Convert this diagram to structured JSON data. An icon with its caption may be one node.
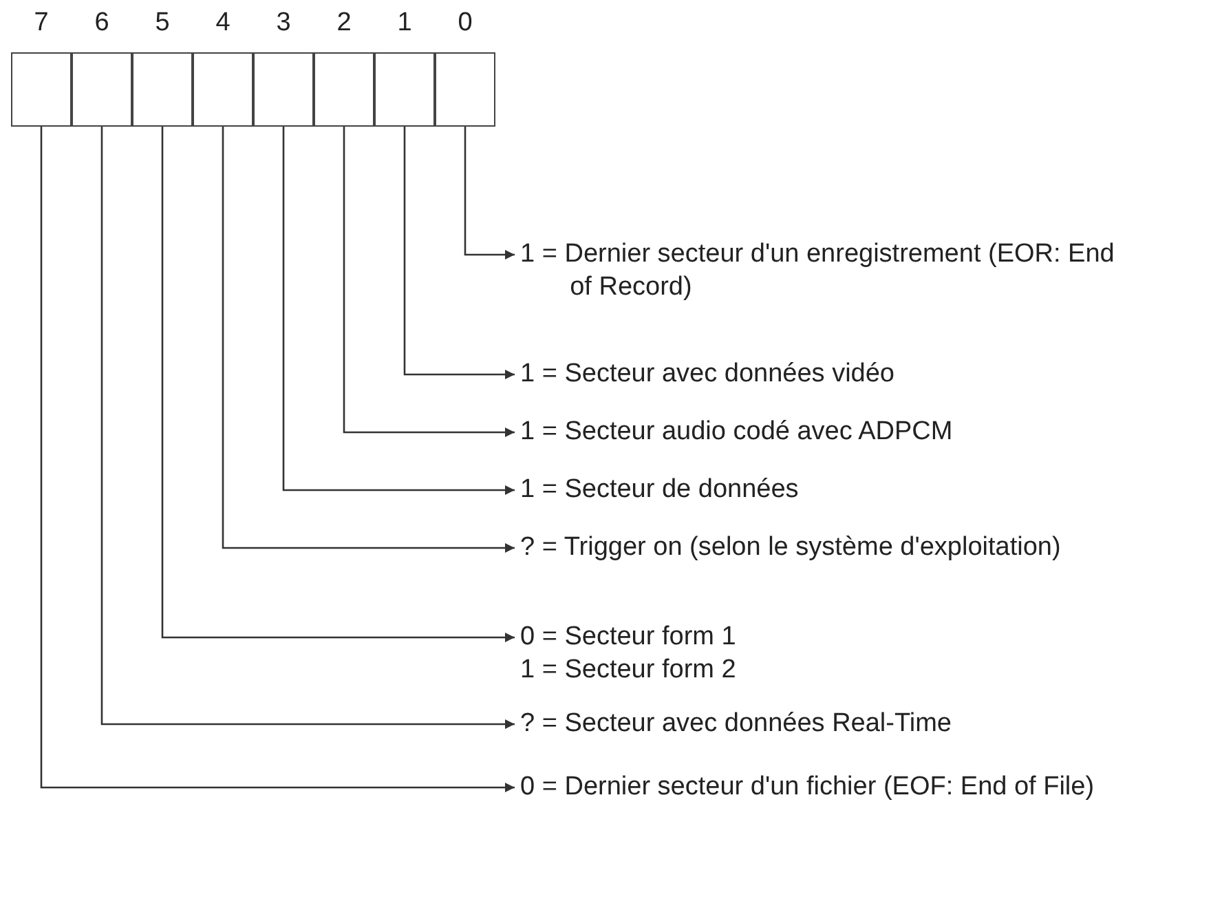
{
  "diagram": {
    "nodes": [
      {
        "text": [
          "7"
        ]
      },
      {
        "text": [
          "6"
        ]
      },
      {
        "text": [
          "5"
        ]
      },
      {
        "text": [
          "4"
        ]
      },
      {
        "text": [
          "3"
        ]
      },
      {
        "text": [
          "2"
        ]
      },
      {
        "text": [
          "1"
        ]
      },
      {
        "text": [
          "0"
        ]
      },
      {
        "text": [
          "1 = Dernier secteur d'un enregistrement (EOR: End of Record)"
        ]
      },
      {
        "text": [
          "1 = Secteur avec données vidéo"
        ]
      },
      {
        "text": [
          "1 = Secteur audio codé avec ADPCM"
        ]
      },
      {
        "text": [
          "1 = Secteur de données"
        ]
      },
      {
        "text": [
          "? = Trigger on (selon le système d'exploitation)"
        ]
      },
      {
        "text": [
          "0 = Secteur form 1",
          "1 = Secteur form 2"
        ]
      },
      {
        "text": [
          "? = Secteur avec données Real-Time"
        ]
      },
      {
        "text": [
          "0 = Dernier secteur d'un fichier (EOF: End of File)"
        ]
      }
    ],
    "edges": [
      {
        "from": 7,
        "to": 8,
        "arrow": "to"
      },
      {
        "from": 6,
        "to": 9,
        "arrow": "to"
      },
      {
        "from": 5,
        "to": 10,
        "arrow": "to"
      },
      {
        "from": 4,
        "to": 11,
        "arrow": "to"
      },
      {
        "from": 3,
        "to": 12,
        "arrow": "to"
      },
      {
        "from": 2,
        "to": 13,
        "arrow": "to"
      },
      {
        "from": 1,
        "to": 14,
        "arrow": "to"
      },
      {
        "from": 0,
        "to": 15,
        "arrow": "to"
      }
    ]
  }
}
